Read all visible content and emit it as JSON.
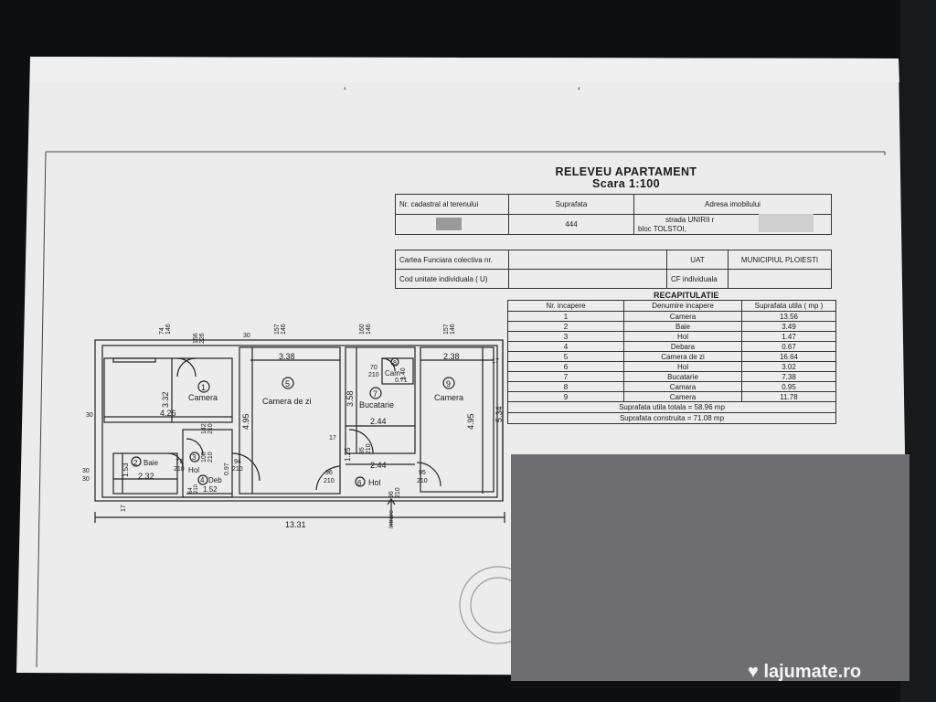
{
  "document": {
    "title": "RELEVEU APARTAMENT",
    "scale": "Scara 1:100"
  },
  "info_table": {
    "headers": [
      "Nr. cadastral al terenului",
      "Suprafata",
      "Adresa imobilului"
    ],
    "surface": "444",
    "address_line1": "strada UNIRII r",
    "address_line2": "bloc TOLSTOI,"
  },
  "uat_table": {
    "carte_funciara_label": "Cartea Funciara colectiva nr.",
    "cod_unitate_label": "Cod unitate individuala ( U)",
    "uat_label": "UAT",
    "uat_value": "MUNICIPIUL PLOIESTI",
    "cf_label": "CF individuala"
  },
  "recap": {
    "title": "RECAPITULATIE",
    "headers": [
      "Nr. incapere",
      "Denumire incapere",
      "Suprafata utila ( mp )"
    ],
    "rows": [
      {
        "nr": "1",
        "name": "Camera",
        "area": "13.56"
      },
      {
        "nr": "2",
        "name": "Baie",
        "area": "3.49"
      },
      {
        "nr": "3",
        "name": "Hol",
        "area": "1.47"
      },
      {
        "nr": "4",
        "name": "Debara",
        "area": "0.67"
      },
      {
        "nr": "5",
        "name": "Camera de zi",
        "area": "16.64"
      },
      {
        "nr": "6",
        "name": "Hol",
        "area": "3.02"
      },
      {
        "nr": "7",
        "name": "Bucatarie",
        "area": "7.38"
      },
      {
        "nr": "8",
        "name": "Camara",
        "area": "0.95"
      },
      {
        "nr": "9",
        "name": "Camera",
        "area": "11.78"
      }
    ],
    "total_useful": "Suprafata utila totala = 58.96 mp",
    "total_built": "Suprafata construita = 71.08 mp"
  },
  "plan": {
    "rooms": [
      {
        "num": "1",
        "name": "Camera"
      },
      {
        "num": "2",
        "name": "Baie"
      },
      {
        "num": "3",
        "name": "Hol"
      },
      {
        "num": "4",
        "name": "Deb"
      },
      {
        "num": "5",
        "name": "Camera de zi"
      },
      {
        "num": "6",
        "name": "Hol"
      },
      {
        "num": "7",
        "name": "Bucatarie"
      },
      {
        "num": "8",
        "name": "Cam"
      },
      {
        "num": "9",
        "name": "Camera"
      }
    ],
    "entry_label": "intrare",
    "dims": {
      "d3_32": "3.32",
      "d4_26": "4.26",
      "d3_38": "3.38",
      "d4_95a": "4.95",
      "d3_58": "3.58",
      "d2_44a": "2.44",
      "d2_44b": "2.44",
      "d2_38": "2.38",
      "d4_95b": "4.95",
      "d5_34": "5.34",
      "d13_31": "13.31",
      "d2_32": "2.32",
      "d1_53": "1.53",
      "d1_52": "1.52",
      "d1_25": "1.25",
      "d1_40": "1.40",
      "d0_71": "0.71",
      "w74": "74",
      "w146a": "146",
      "w156": "156",
      "w226": "226",
      "w30a": "30",
      "w157a": "157",
      "w146b": "146",
      "w160": "160",
      "w146c": "146",
      "w157b": "157",
      "w146d": "146",
      "w17a": "17",
      "w30b": "30",
      "w30c": "30",
      "w30d": "30",
      "w17b": "17",
      "w17c": "17",
      "w70": "70",
      "w210a": "210",
      "w142": "142",
      "w210b": "210",
      "w77": "77",
      "w210c": "210",
      "w100": "100",
      "w210d": "210",
      "w94": "94",
      "w210e": "210",
      "w0_97": "0.97",
      "w96a": "96",
      "w210f": "210",
      "w85": "85",
      "w210g": "210",
      "w95": "95",
      "w210h": "210",
      "w96b": "96",
      "w210i": "210",
      "w64": "64",
      "w210j": "210"
    }
  },
  "watermark": "lajumate.ro",
  "colors": {
    "paper": "#efefef",
    "background": "#0e0f11",
    "redaction": "#6f6f73",
    "ink": "#1a1a1a"
  }
}
